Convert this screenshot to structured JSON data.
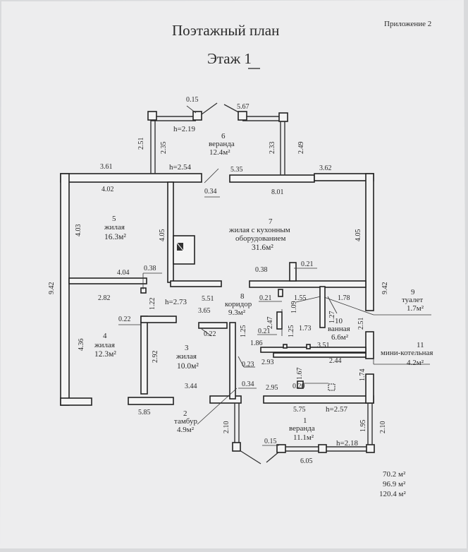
{
  "header": {
    "appendix": "Приложение 2",
    "title": "Поэтажный план",
    "floor": "Этаж 1"
  },
  "rooms": {
    "r6": {
      "num": "6",
      "name": "веранда",
      "area": "12.4м²",
      "h": "h=2.19"
    },
    "r5": {
      "num": "5",
      "name": "жилая",
      "area": "16.3м²"
    },
    "r7": {
      "num": "7",
      "name1": "жилая с кухонным",
      "name2": "оборудованием",
      "area": "31.6м²"
    },
    "r8": {
      "num": "8",
      "name": "коридор",
      "area": "9.3м²",
      "h": "h=2.73"
    },
    "r9": {
      "num": "9",
      "name": "туалет",
      "area": "1.7м²"
    },
    "r10": {
      "num": "10",
      "name": "ванная",
      "area": "6.6м²"
    },
    "r11": {
      "num": "11",
      "name": "мини-котельная",
      "area": "4.2м²"
    },
    "r4": {
      "num": "4",
      "name": "жилая",
      "area": "12.3м²"
    },
    "r3": {
      "num": "3",
      "name": "жилая",
      "area": "10.0м²"
    },
    "r2": {
      "num": "2",
      "name": "тамбур",
      "area": "4.9м²"
    },
    "r1": {
      "num": "1",
      "name": "веранда",
      "area": "11.1м²",
      "h": "h=2.57"
    }
  },
  "heights": {
    "h_254": "h=2.54",
    "h_218": "h=2.18"
  },
  "dims": {
    "d015a": "0.15",
    "d567": "5.67",
    "d251": "2.51",
    "d235": "2.35",
    "d233": "2.33",
    "d249": "2.49",
    "d361": "3.61",
    "d535": "5.35",
    "d362": "3.62",
    "d402": "4.02",
    "d034a": "0.34",
    "d801": "8.01",
    "d403": "4.03",
    "d405a": "4.05",
    "d405b": "4.05",
    "d942a": "9.42",
    "d942b": "9.42",
    "d404": "4.04",
    "d038a": "0.38",
    "d038b": "0.38",
    "d021a": "0.21",
    "d021b": "0.21",
    "d021c": "0.21",
    "d282": "2.82",
    "d122": "1.22",
    "d551": "5.51",
    "d155": "1.55",
    "d109": "1.09",
    "d178": "1.78",
    "d365": "3.65",
    "d247": "2.47",
    "d127": "1.27",
    "d022a": "0.22",
    "d022b": "0.22",
    "d173": "1.73",
    "d436": "4.36",
    "d292": "2.92",
    "d125a": "1.25",
    "d125b": "1.25",
    "d251b": "2.51",
    "d186": "1.86",
    "d351": "3.51",
    "d023": "0.23",
    "d293": "2.93",
    "d244": "2.44",
    "d167": "1.67",
    "d174": "1.74",
    "d344": "3.44",
    "d034b": "0.34",
    "d295": "2.95",
    "d020": "0.20",
    "d585": "5.85",
    "d575": "5.75",
    "d210a": "2.10",
    "d195": "1.95",
    "d210b": "2.10",
    "d015b": "0.15",
    "d605": "6.05"
  },
  "totals": {
    "t1": "70.2 м²",
    "t2": "96.9 м²",
    "t3": "120.4 м²"
  }
}
